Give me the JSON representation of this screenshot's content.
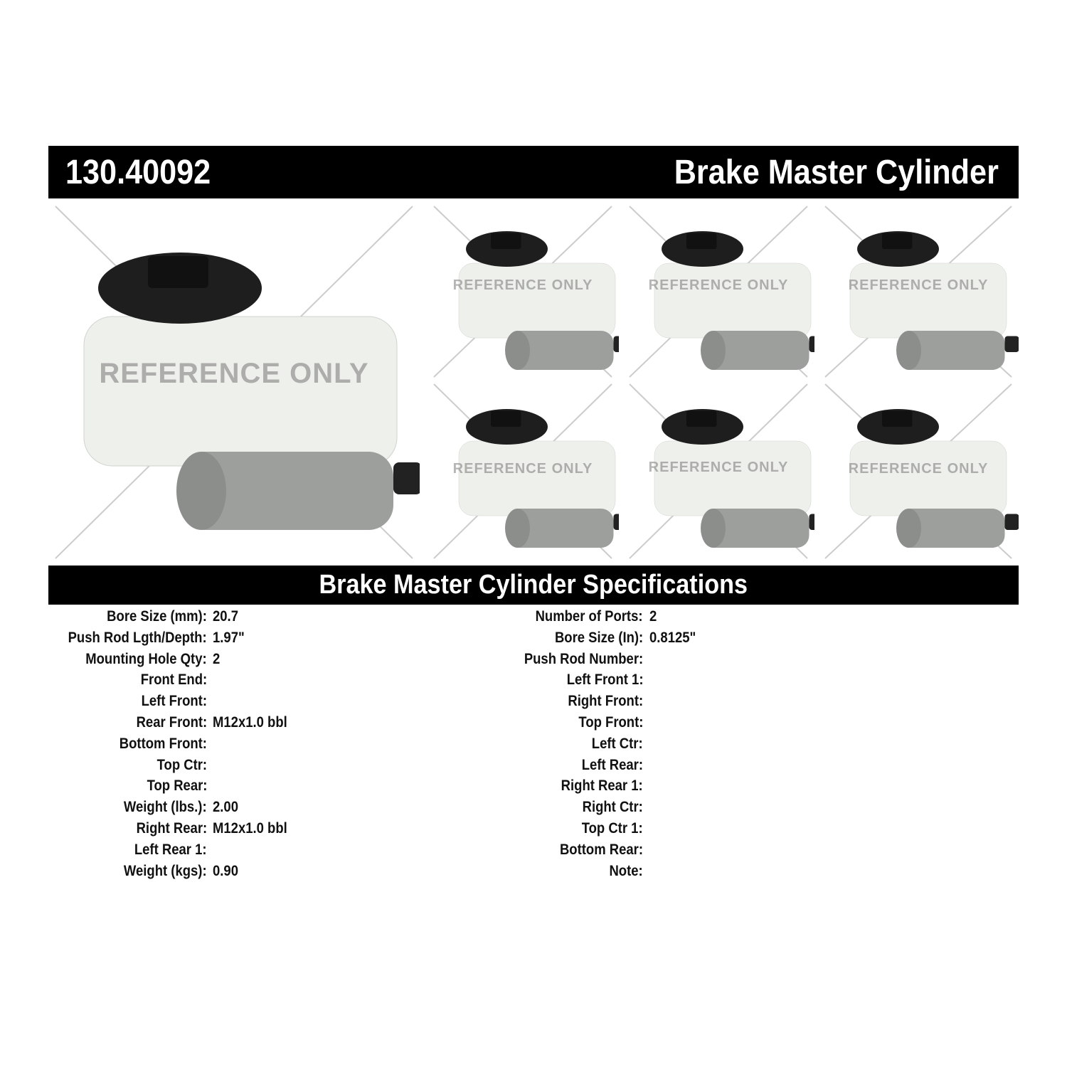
{
  "header": {
    "part_number": "130.40092",
    "title": "Brake Master Cylinder"
  },
  "watermark": "REFERENCE ONLY",
  "spec_title": "Brake Master Cylinder Specifications",
  "specs_left": [
    {
      "label": "Bore Size (mm):",
      "value": "20.7"
    },
    {
      "label": "Push Rod Lgth/Depth:",
      "value": "1.97\""
    },
    {
      "label": "Mounting Hole Qty:",
      "value": "2"
    },
    {
      "label": "Front End:",
      "value": ""
    },
    {
      "label": "Left Front:",
      "value": ""
    },
    {
      "label": "Rear Front:",
      "value": "M12x1.0 bbl"
    },
    {
      "label": "Bottom Front:",
      "value": ""
    },
    {
      "label": "Top Ctr:",
      "value": ""
    },
    {
      "label": "Top Rear:",
      "value": ""
    },
    {
      "label": "Weight (lbs.):",
      "value": "2.00"
    },
    {
      "label": "Right Rear:",
      "value": "M12x1.0 bbl"
    },
    {
      "label": "Left Rear 1:",
      "value": ""
    },
    {
      "label": "Weight (kgs):",
      "value": "0.90"
    }
  ],
  "specs_right": [
    {
      "label": "Number of Ports:",
      "value": "2"
    },
    {
      "label": "Bore Size (In):",
      "value": "0.8125\""
    },
    {
      "label": "Push Rod Number:",
      "value": ""
    },
    {
      "label": "Left Front 1:",
      "value": ""
    },
    {
      "label": "Right Front:",
      "value": ""
    },
    {
      "label": "Top Front:",
      "value": ""
    },
    {
      "label": "Left Ctr:",
      "value": ""
    },
    {
      "label": "Left Rear:",
      "value": ""
    },
    {
      "label": "Right Rear 1:",
      "value": ""
    },
    {
      "label": "Right Ctr:",
      "value": ""
    },
    {
      "label": "Top Ctr 1:",
      "value": ""
    },
    {
      "label": "Bottom Rear:",
      "value": ""
    },
    {
      "label": "Note:",
      "value": ""
    }
  ]
}
